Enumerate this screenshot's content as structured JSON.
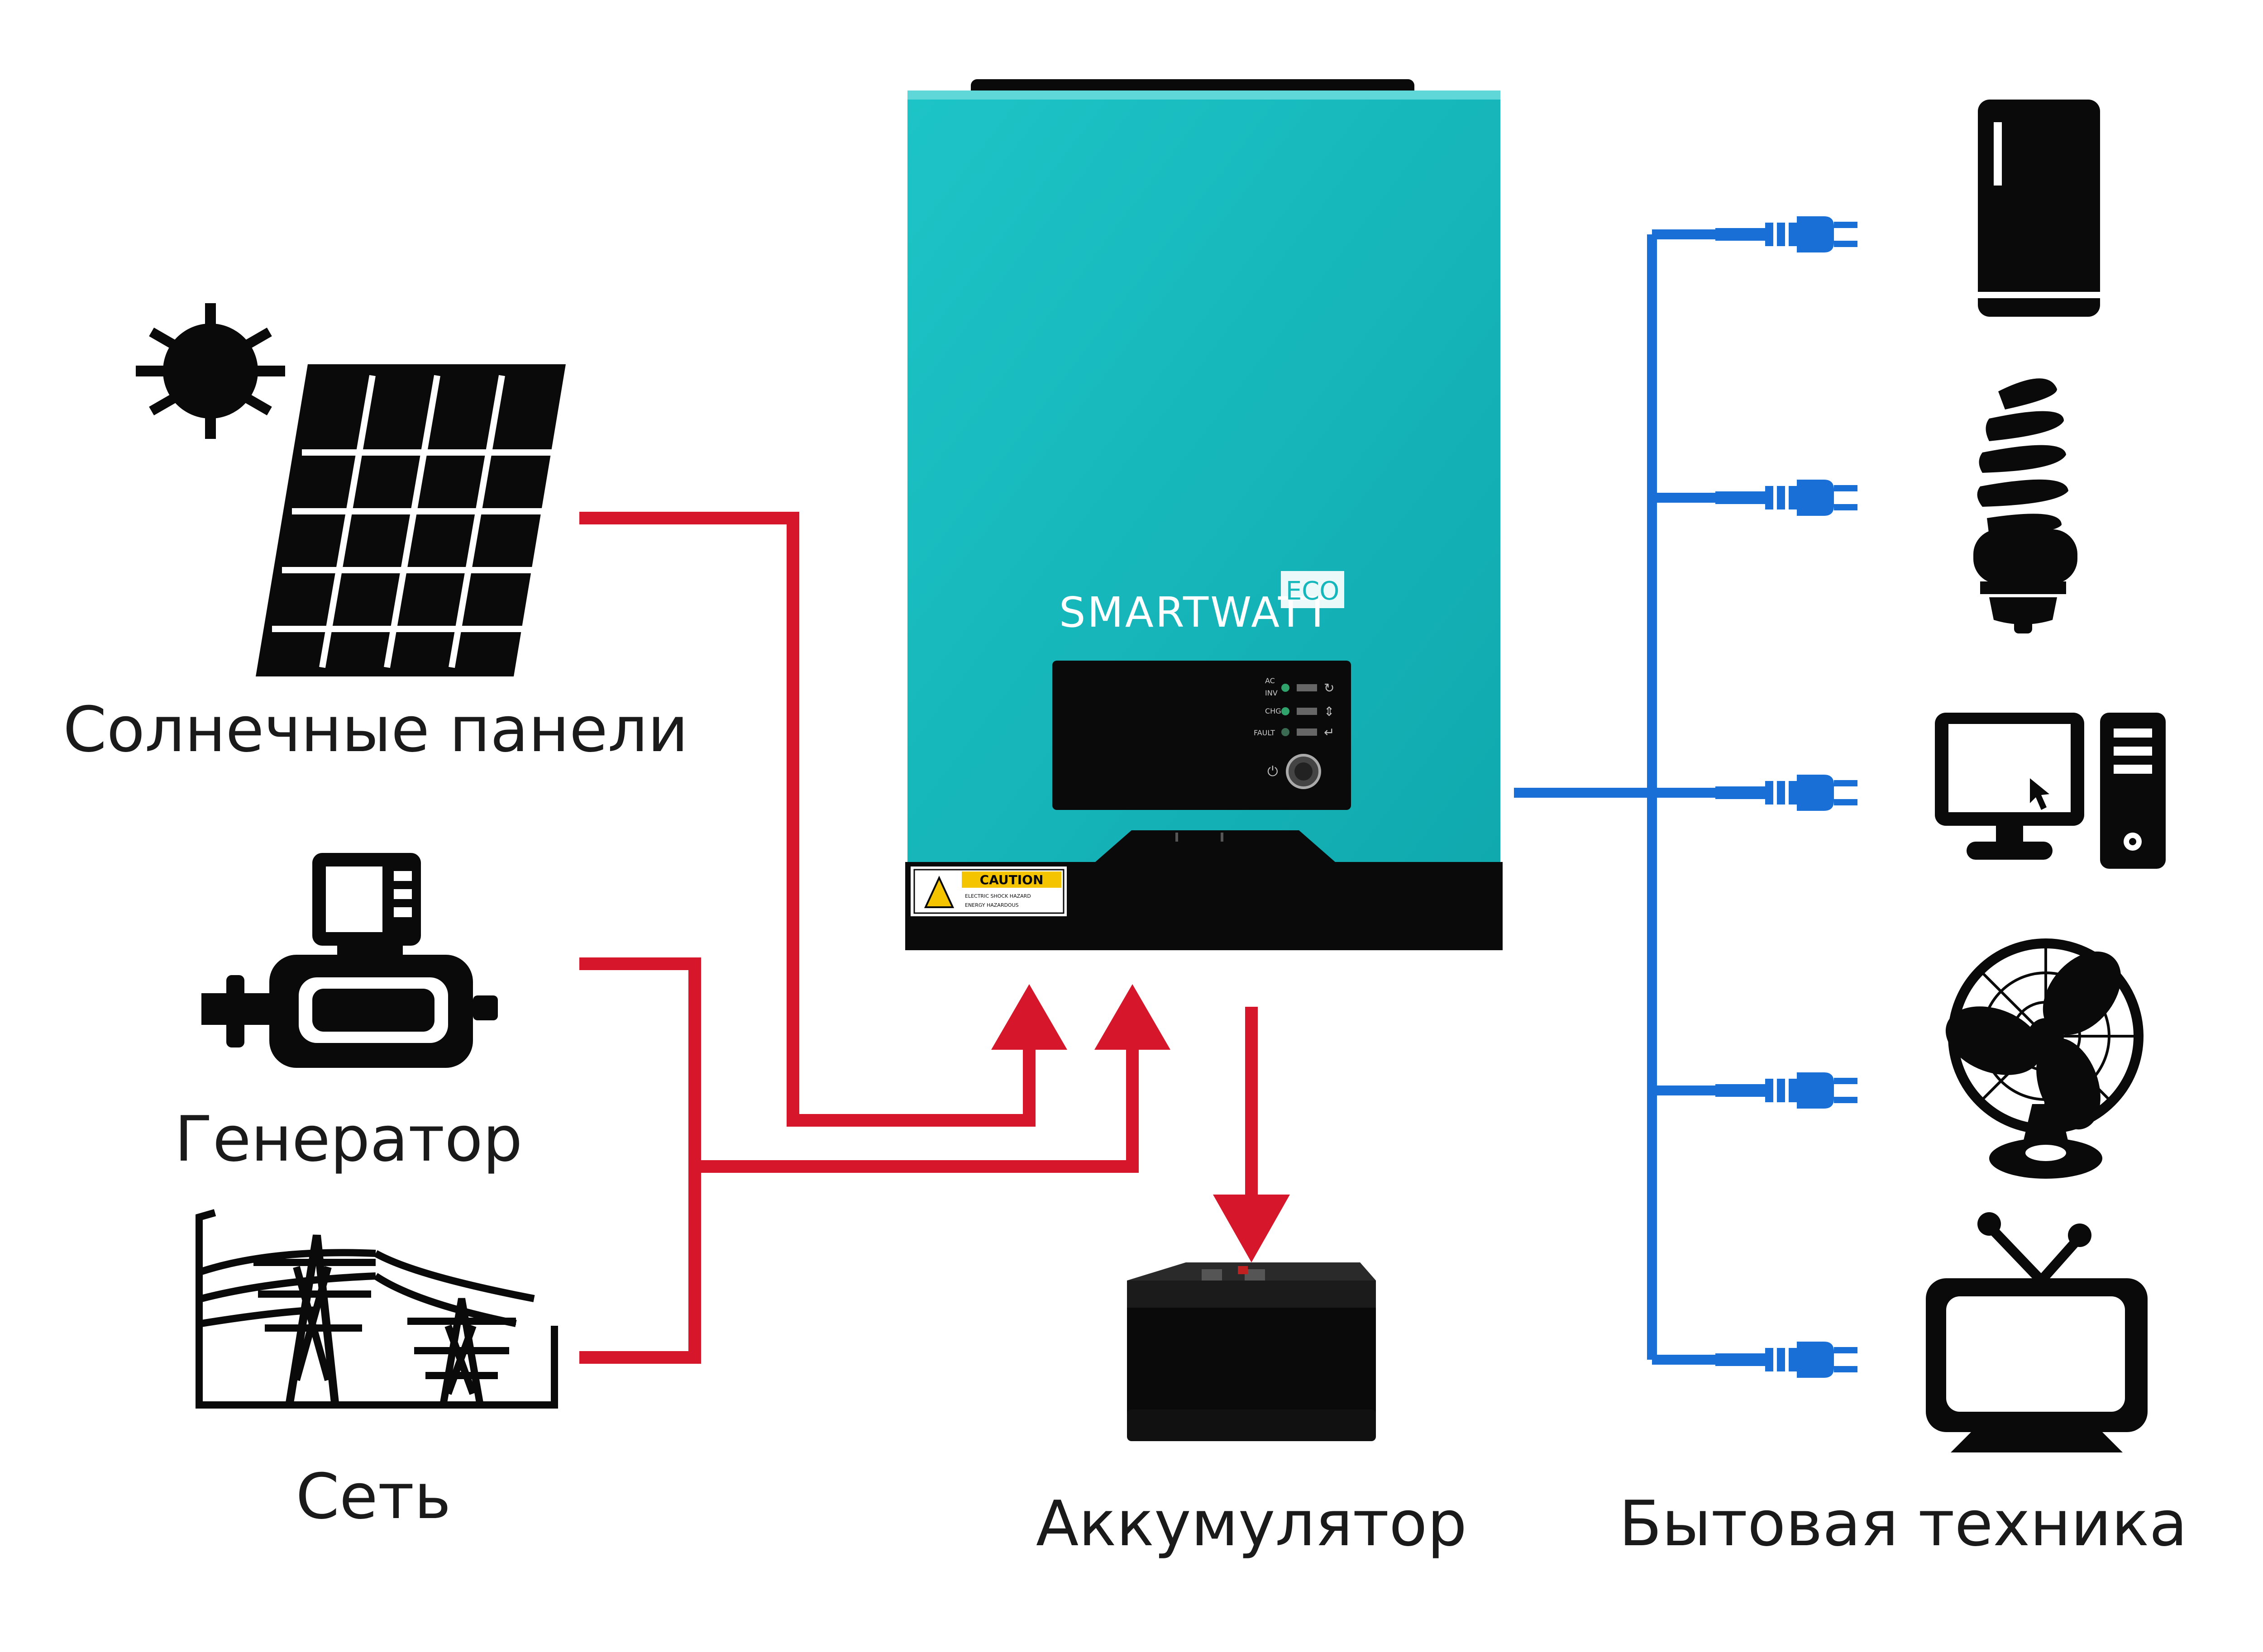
{
  "labels": {
    "solar": "Солнечные панели",
    "generator": "Генератор",
    "grid": "Сеть",
    "battery": "Аккумулятор",
    "appliances": "Бытовая техника"
  },
  "inverter": {
    "brand": "SMARTWATT",
    "badge": "ECO",
    "indicators": [
      "AC",
      "INV",
      "CHG",
      "FAULT"
    ],
    "caution_title": "CAUTION",
    "caution_text_1": "ELECTRIC SHOCK HAZARD",
    "caution_text_2": "ENERGY HAZARDOUS"
  },
  "colors": {
    "input_line": "#d5162b",
    "output_line": "#1a6fd6",
    "inverter_body": "#14b7bc",
    "icon": "#0a0a0a"
  },
  "icons": {
    "sun": "sun-icon",
    "solar_panel": "solar-panel-icon",
    "generator": "generator-icon",
    "grid": "power-grid-icon",
    "battery": "battery-icon",
    "fridge": "refrigerator-icon",
    "bulb": "cfl-bulb-icon",
    "computer": "computer-icon",
    "fan": "fan-icon",
    "tv": "tv-icon",
    "plug": "plug-icon"
  }
}
